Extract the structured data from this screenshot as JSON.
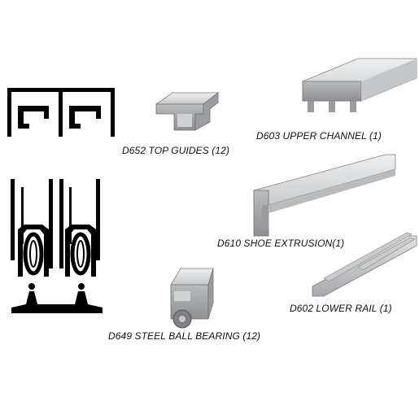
{
  "parts": [
    {
      "code": "D603",
      "label": "D603 UPPER CHANNEL (1)"
    },
    {
      "code": "D652",
      "label": "D652 TOP GUIDES (12)"
    },
    {
      "code": "D610",
      "label": "D610 SHOE EXTRUSION(1)"
    },
    {
      "code": "D602",
      "label": "D602 LOWER RAIL (1)"
    },
    {
      "code": "D649",
      "label": "D649 STEEL BALL BEARING (12)"
    }
  ],
  "colors": {
    "background": "#ffffff",
    "line_art": "#000000",
    "aluminum_light": "#d9dadb",
    "aluminum_mid": "#b7b9bb",
    "aluminum_dark": "#8d8f92",
    "label_text": "#111111"
  }
}
